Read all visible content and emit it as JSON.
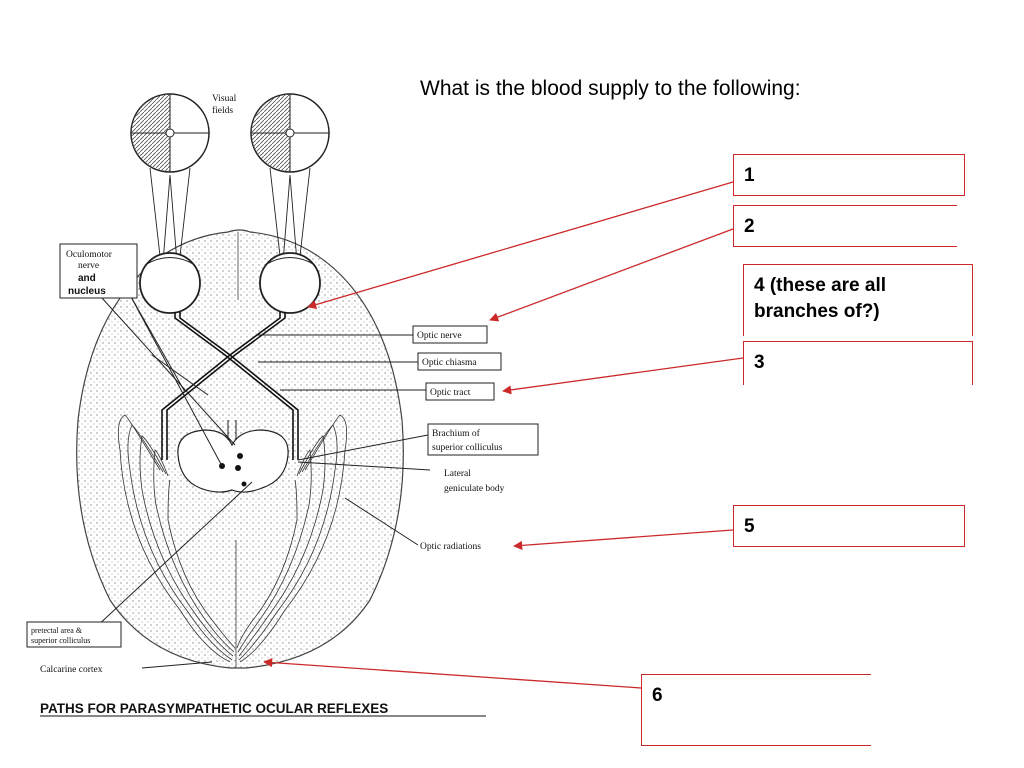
{
  "question": "What is the blood supply to the following:",
  "figure": {
    "caption": "PATHS FOR PARASYMPATHETIC OCULAR REFLEXES",
    "labels": {
      "visual_fields": [
        "Visual",
        "fields"
      ],
      "oculomotor": [
        "Oculomotor",
        "nerve",
        "and",
        "nucleus"
      ],
      "optic_nerve": "Optic nerve",
      "optic_chiasma": "Optic chiasma",
      "optic_tract": "Optic tract",
      "brachium": [
        "Brachium of",
        "superior colliculus"
      ],
      "lateral_geniculate": [
        "Lateral",
        "geniculate body"
      ],
      "optic_radiations": "Optic radiations",
      "pretectal": [
        "pretectal area &",
        "superior colliculus"
      ],
      "calcarine": "Calcarine cortex"
    }
  },
  "answer_boxes": [
    {
      "id": "1",
      "text": "1"
    },
    {
      "id": "2",
      "text": "2"
    },
    {
      "id": "4",
      "text": "4 (these are all branches of?)"
    },
    {
      "id": "3",
      "text": "3"
    },
    {
      "id": "5",
      "text": "5"
    },
    {
      "id": "6",
      "text": "6"
    }
  ],
  "colors": {
    "arrow": "#cc2a2a",
    "box_border": "#cc2a2a",
    "ink": "#111111",
    "stipple": "#777777"
  }
}
